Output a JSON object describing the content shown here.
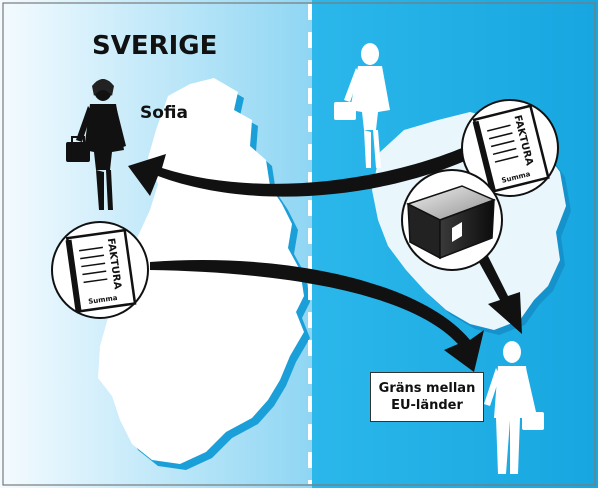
{
  "country_title": "SVERIGE",
  "person_name": "Sofia",
  "invoice": {
    "title": "FAKTURA",
    "sum_label": "Summa"
  },
  "border_note": {
    "line1": "Gräns mellan",
    "line2": "EU-länder"
  },
  "colors": {
    "sky_blue": "#1fb1e6",
    "pale_blue": "#cfeefb",
    "map_white": "#ffffff",
    "map_shadow": "#1a9fd8",
    "figure_dark": "#111111",
    "border_dash": "#ffffff"
  },
  "icons": [
    "businesswoman-icon",
    "businessman-icon",
    "invoice-icon",
    "package-icon",
    "arrow-icon"
  ]
}
